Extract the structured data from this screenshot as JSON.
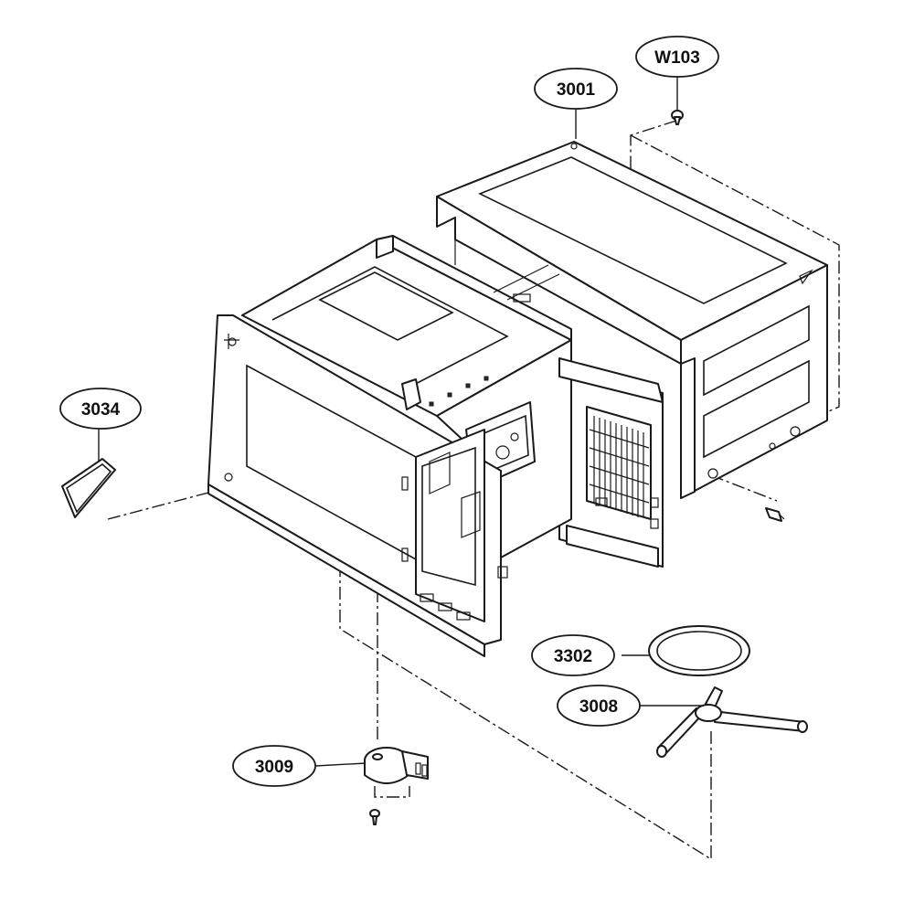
{
  "diagram": {
    "callouts": [
      {
        "id": "w103",
        "label": "W103"
      },
      {
        "id": "3001",
        "label": "3001"
      },
      {
        "id": "3034",
        "label": "3034"
      },
      {
        "id": "3302",
        "label": "3302"
      },
      {
        "id": "3008",
        "label": "3008"
      },
      {
        "id": "3009",
        "label": "3009"
      }
    ],
    "parts": [
      {
        "id": "outer-case",
        "name": "outer-case"
      },
      {
        "id": "inner-cavity",
        "name": "inner-cavity"
      },
      {
        "id": "waveguide-cover",
        "name": "waveguide-cover"
      },
      {
        "id": "turntable-ring",
        "name": "turntable-ring"
      },
      {
        "id": "turntable-coupler",
        "name": "turntable-coupler"
      },
      {
        "id": "turntable-motor",
        "name": "turntable-motor"
      },
      {
        "id": "screw",
        "name": "screw"
      }
    ]
  }
}
